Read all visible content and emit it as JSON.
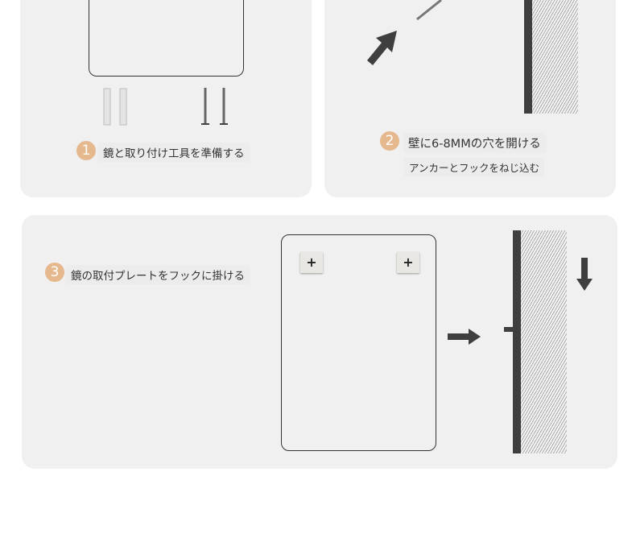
{
  "step1": {
    "number": "1",
    "label": "鏡と取り付け工具を準備する"
  },
  "step2": {
    "number": "2",
    "label": "壁に6-8MMの穴を開ける",
    "sublabel": "アンカーとフックをねじ込む"
  },
  "step3": {
    "number": "3",
    "label": "鏡の取付プレートをフックに掛ける"
  },
  "plate_symbol": "+",
  "colors": {
    "panel": "#f0f0f0",
    "badge": "#e5b88e",
    "wall": "#3f3f3f"
  }
}
